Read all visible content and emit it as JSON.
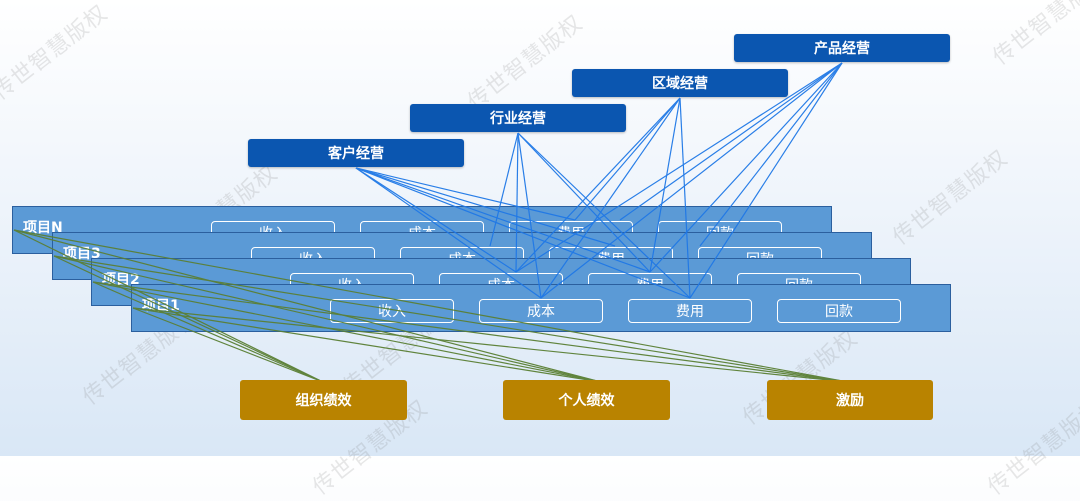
{
  "watermark_text": "传世智慧版权",
  "top_boxes": [
    {
      "id": "customer",
      "label": "客户经营"
    },
    {
      "id": "industry",
      "label": "行业经营"
    },
    {
      "id": "region",
      "label": "区域经营"
    },
    {
      "id": "product",
      "label": "产品经营"
    }
  ],
  "layers": [
    {
      "title": "项目N",
      "metrics": [
        "收入",
        "成本",
        "费用",
        "回款"
      ]
    },
    {
      "title": "项目3",
      "metrics": [
        "收入",
        "成本",
        "费用",
        "回款"
      ]
    },
    {
      "title": "项目2",
      "metrics": [
        "收入",
        "成本",
        "费用",
        "回款"
      ]
    },
    {
      "title": "项目1",
      "metrics": [
        "收入",
        "成本",
        "费用",
        "回款"
      ]
    }
  ],
  "bottom_boxes": [
    {
      "id": "org",
      "label": "组织绩效"
    },
    {
      "id": "personal",
      "label": "个人绩效"
    },
    {
      "id": "incentive",
      "label": "激励"
    }
  ],
  "colors": {
    "top_box": "#0b56b0",
    "layer": "#5b9ad6",
    "bottom_box": "#b98300",
    "blue_line": "#1f78e6",
    "green_line": "#5a7f34"
  }
}
